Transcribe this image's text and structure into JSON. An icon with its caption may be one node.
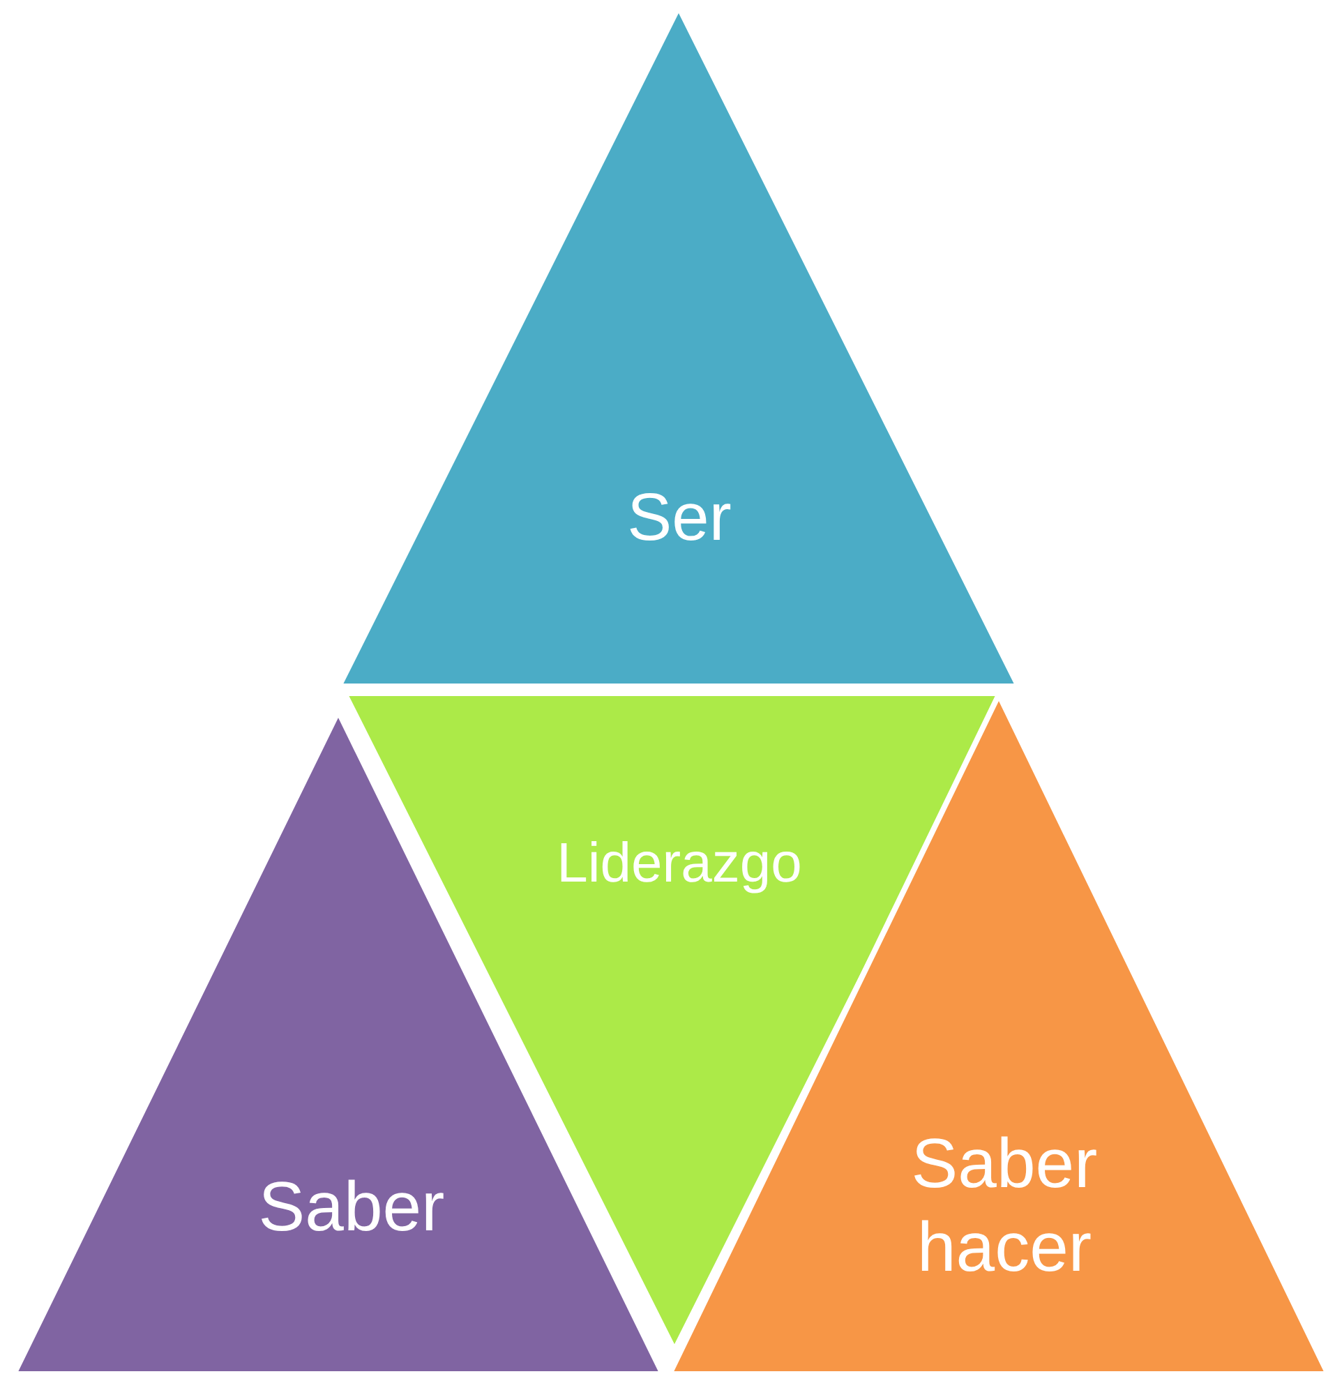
{
  "diagram": {
    "nodes": [
      {
        "text": [
          "Ser"
        ]
      },
      {
        "text": [
          "Liderazgo"
        ]
      },
      {
        "text": [
          "Saber"
        ]
      },
      {
        "text": [
          "Saber hacer"
        ]
      }
    ]
  }
}
